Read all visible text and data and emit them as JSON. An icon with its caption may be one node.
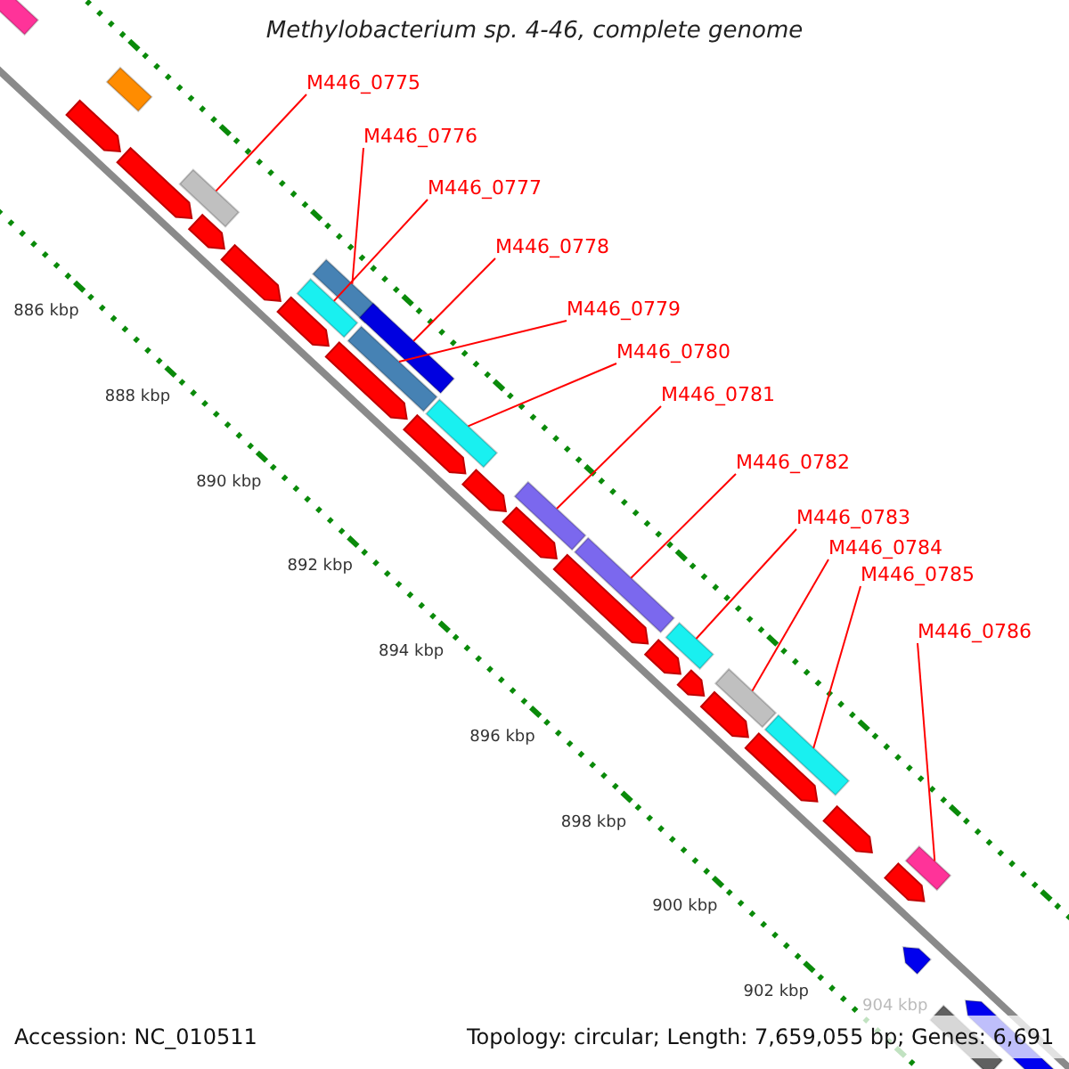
{
  "diagram": {
    "title": "Methylobacterium sp. 4-46, complete genome",
    "nodes": [
      {
        "text": [
          "M446_0775"
        ]
      },
      {
        "text": [
          "M446_0776"
        ]
      },
      {
        "text": [
          "M446_0777"
        ]
      },
      {
        "text": [
          "M446_0778"
        ]
      },
      {
        "text": [
          "M446_0779"
        ]
      },
      {
        "text": [
          "M446_0780"
        ]
      },
      {
        "text": [
          "M446_0781"
        ]
      },
      {
        "text": [
          "M446_0782"
        ]
      },
      {
        "text": [
          "M446_0783"
        ]
      },
      {
        "text": [
          "M446_0784"
        ]
      },
      {
        "text": [
          "M446_0785"
        ]
      },
      {
        "text": [
          "M446_0786"
        ]
      },
      {
        "text": [],
        "shape": "bar"
      },
      {
        "text": [],
        "shape": "bar"
      },
      {
        "text": [],
        "shape": "bar"
      },
      {
        "text": [],
        "shape": "bar"
      },
      {
        "text": [],
        "shape": "bar"
      },
      {
        "text": [],
        "shape": "bar"
      },
      {
        "text": [],
        "shape": "bar"
      },
      {
        "text": [],
        "shape": "bar"
      },
      {
        "text": [],
        "shape": "bar"
      },
      {
        "text": [],
        "shape": "bar"
      },
      {
        "text": [],
        "shape": "bar"
      },
      {
        "text": [],
        "shape": "bar"
      },
      {
        "text": [],
        "shape": "bar"
      }
    ],
    "edges": [
      {
        "from": 0,
        "to": 13,
        "arrow": "none"
      },
      {
        "from": 1,
        "to": 14,
        "arrow": "none"
      },
      {
        "from": 2,
        "to": 15,
        "arrow": "none"
      },
      {
        "from": 3,
        "to": 16,
        "arrow": "none"
      },
      {
        "from": 4,
        "to": 17,
        "arrow": "none"
      },
      {
        "from": 5,
        "to": 18,
        "arrow": "none"
      },
      {
        "from": 6,
        "to": 19,
        "arrow": "none"
      },
      {
        "from": 7,
        "to": 20,
        "arrow": "none"
      },
      {
        "from": 8,
        "to": 21,
        "arrow": "none"
      },
      {
        "from": 9,
        "to": 22,
        "arrow": "none"
      },
      {
        "from": 10,
        "to": 23,
        "arrow": "none"
      },
      {
        "from": 11,
        "to": 24,
        "arrow": "none"
      }
    ],
    "labels": [
      "886 kbp",
      "888 kbp",
      "890 kbp",
      "892 kbp",
      "894 kbp",
      "896 kbp",
      "898 kbp",
      "900 kbp",
      "902 kbp",
      "904 kbp",
      "Accession: NC_010511",
      "Topology: circular; Length: 7,659,055 bp; Genes: 6,691"
    ]
  }
}
